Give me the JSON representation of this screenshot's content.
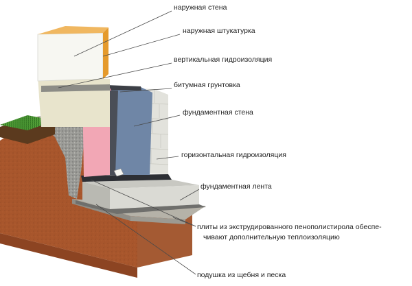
{
  "labels": {
    "outer_wall": "наружная стена",
    "outer_plaster": "наружная штукатурка",
    "vertical_waterproofing": "вертикальная гидроизоляция",
    "bitumen_primer": "битумная грунтовка",
    "foundation_wall": "фундаментная стена",
    "horizontal_waterproofing": "горизонтальная гидроизоляция",
    "foundation_strip": "фундаментная лента",
    "xps_boards_line1": "плиты из экструдированного пенополистирола обеспе-",
    "xps_boards_line2": "чивают дополнительную теплоизоляцию",
    "gravel_sand_cushion": "подушка из щебня и песка"
  },
  "colors": {
    "brick_orange": "#e59a2c",
    "outer_wall_white": "#f7f7f2",
    "plaster_beige": "#e8e4cc",
    "pink_insulation": "#f2a7b5",
    "blue_waterproofing": "#6f86a6",
    "dark_membrane": "#3c3f46",
    "block_grey": "#e2e2dc",
    "concrete_strip": "#d3d3cd",
    "soil_brown": "#a8562c",
    "grass_green": "#3f8a2d",
    "gravel_grey": "#9a9a96"
  }
}
